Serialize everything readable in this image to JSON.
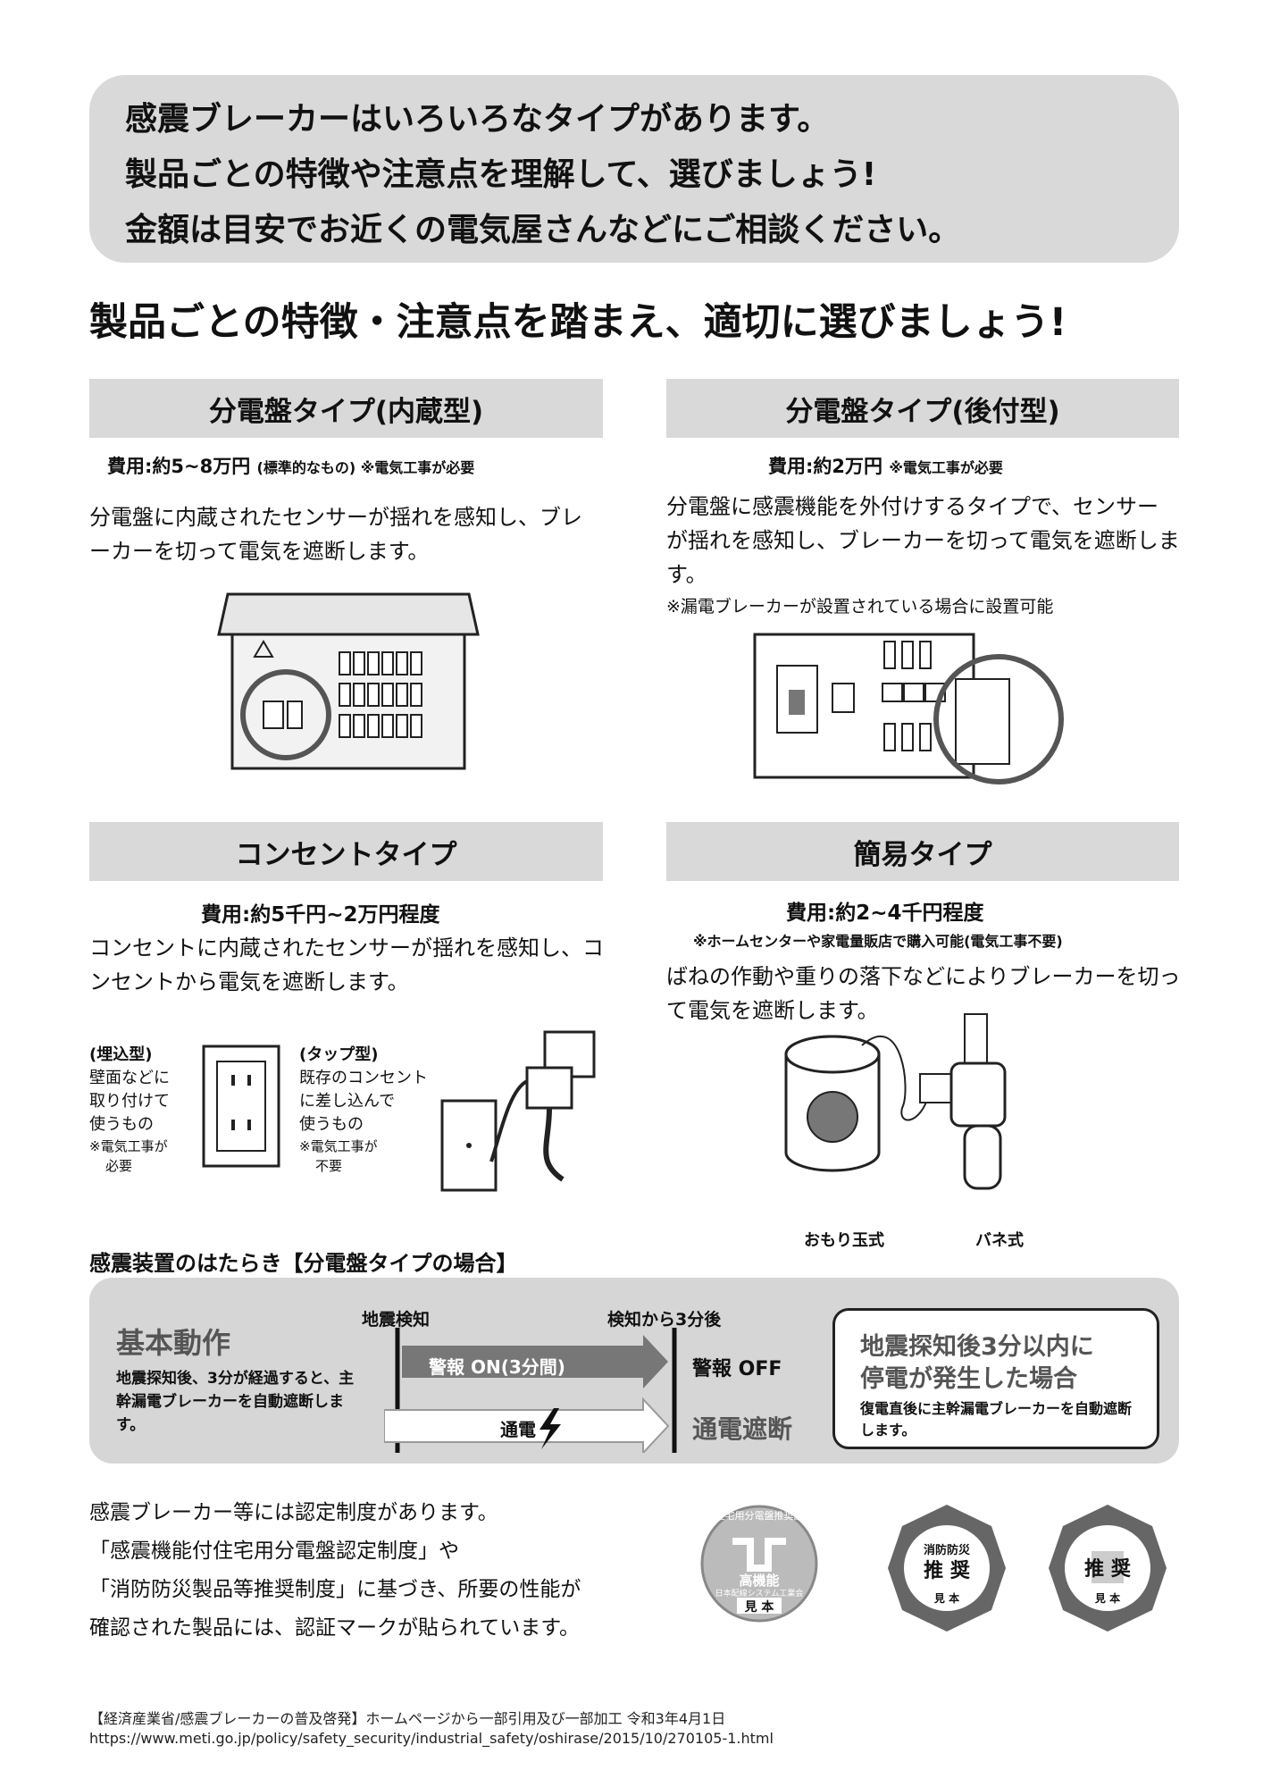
{
  "intro": {
    "lines": [
      "感震ブレーカーはいろいろなタイプがあります。",
      "製品ごとの特徴や注意点を理解して、選びましょう!",
      "金額は目安でお近くの電気屋さんなどにご相談ください。"
    ]
  },
  "headline": "製品ごとの特徴・注意点を踏まえ、適切に選びましょう!",
  "cards": [
    {
      "title": "分電盤タイプ(内蔵型)",
      "cost": "費用:約5~8万円",
      "cost_note": "(標準的なもの) ※電気工事が必要",
      "desc": "分電盤に内蔵されたセンサーが揺れを感知し、ブレーカーを切って電気を遮断します。"
    },
    {
      "title": "分電盤タイプ(後付型)",
      "cost": "費用:約2万円",
      "cost_note": "※電気工事が必要",
      "desc": "分電盤に感震機能を外付けするタイプで、センサーが揺れを感知し、ブレーカーを切って電気を遮断します。",
      "note": "※漏電ブレーカーが設置されている場合に設置可能"
    },
    {
      "title": "コンセントタイプ",
      "cost": "費用:約5千円~2万円程度",
      "desc": "コンセントに内蔵されたセンサーが揺れを感知し、コンセントから電気を遮断します。",
      "sub_a": {
        "label": "(埋込型)",
        "lines": [
          "壁面などに",
          "取り付けて",
          "使うもの"
        ],
        "note": [
          "※電気工事が",
          "必要"
        ]
      },
      "sub_b": {
        "label": "(タップ型)",
        "lines": [
          "既存のコンセント",
          "に差し込んで",
          "使うもの"
        ],
        "note": [
          "※電気工事が",
          "不要"
        ]
      }
    },
    {
      "title": "簡易タイプ",
      "cost": "費用:約2~4千円程度",
      "cost_note": "※ホームセンターや家電量販店で購入可能(電気工事不要)",
      "desc": "ばねの作動や重りの落下などによりブレーカーを切って電気を遮断します。",
      "caption_a": "おもり玉式",
      "caption_b": "バネ式"
    }
  ],
  "mechanism": {
    "heading": "感震装置のはたらき【分電盤タイプの場合】",
    "basic_title": "基本動作",
    "basic_desc": "地震探知後、3分が経過すると、主幹漏電ブレーカーを自動遮断します。",
    "t0": "地震検知",
    "t1": "検知から3分後",
    "alarm_on": "警報 ON(3分間)",
    "alarm_off": "警報 OFF",
    "power": "通電",
    "cutoff": "通電遮断",
    "side_title_1": "地震探知後3分以内に",
    "side_title_2": "停電が発生した場合",
    "side_desc": "復電直後に主幹漏電ブレーカーを自動遮断します。"
  },
  "cert": {
    "lines": [
      "感震ブレーカー等には認定制度があります。",
      "「感震機能付住宅用分電盤認定制度」や",
      "「消防防災製品等推奨制度」に基づき、所要の性能が",
      "確認された製品には、認証マークが貼られています。"
    ],
    "mark1_top": "住宅用分電盤推奨品",
    "mark1_mid": "高機能",
    "mark1_org": "日本配線システム工業会",
    "mark1_sample": "見 本",
    "mark2_top": "消防防災",
    "mark2_mid": "推 奨",
    "mark2_sample": "見 本",
    "mark3_mid": "推 奨",
    "mark3_sample": "見 本"
  },
  "footer": {
    "line1": "【経済産業省/感震ブレーカーの普及啓発】ホームページから一部引用及び一部加工 令和3年4月1日",
    "line2": "https://www.meti.go.jp/policy/safety_security/industrial_safety/oshirase/2015/10/270105-1.html"
  }
}
